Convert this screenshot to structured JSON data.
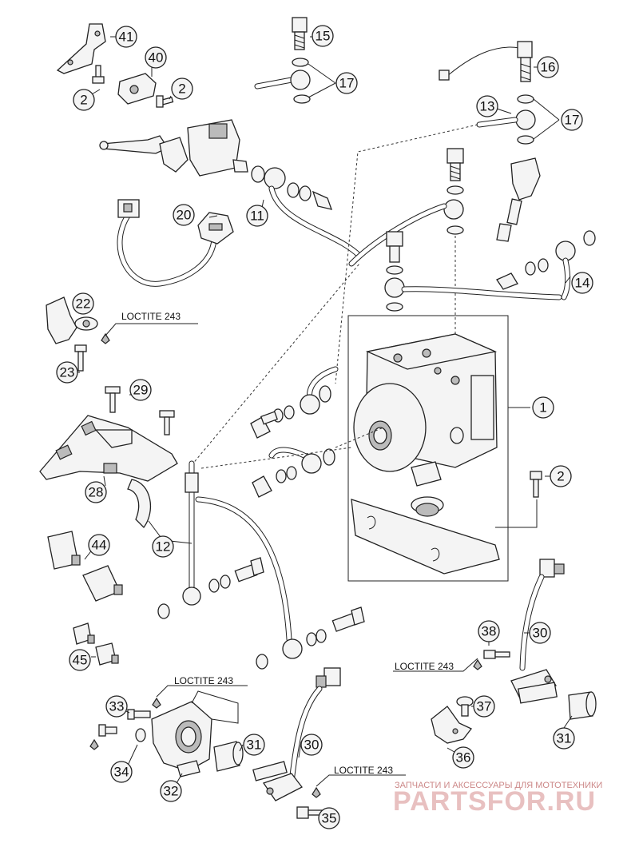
{
  "callouts": {
    "c1": "1",
    "c2a": "2",
    "c2b": "2",
    "c2c": "2",
    "c11": "11",
    "c12": "12",
    "c13": "13",
    "c14": "14",
    "c15": "15",
    "c16": "16",
    "c17a": "17",
    "c17b": "17",
    "c20": "20",
    "c22": "22",
    "c23": "23",
    "c28": "28",
    "c29": "29",
    "c30a": "30",
    "c30b": "30",
    "c31a": "31",
    "c31b": "31",
    "c32": "32",
    "c33": "33",
    "c34": "34",
    "c35": "35",
    "c36": "36",
    "c37": "37",
    "c38": "38",
    "c40": "40",
    "c41": "41",
    "c44": "44",
    "c45": "45"
  },
  "notes": {
    "loctite_a": "LOCTITE 243",
    "loctite_b": "LOCTITE 243",
    "loctite_c": "LOCTITE 243",
    "loctite_d": "LOCTITE 243"
  },
  "watermark": {
    "tagline": "ЗАПЧАСТИ И АКСЕССУАРЫ ДЛЯ МОТОТЕХНИКИ",
    "brand": "PARTSFOR.RU"
  }
}
